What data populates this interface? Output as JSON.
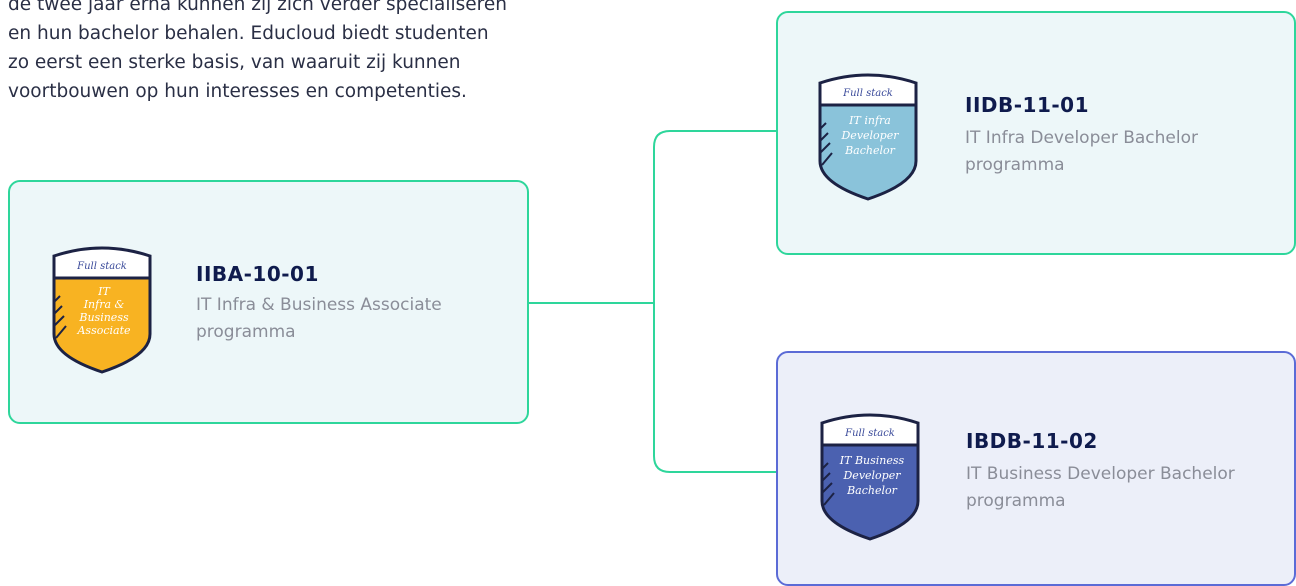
{
  "intro": {
    "lines": [
      "de twee jaar erna kunnen zij zich verder specialiseren",
      "en hun bachelor behalen. Educloud biedt studenten",
      "zo eerst een sterke basis, van waaruit zij kunnen",
      "voortbouwen op hun interesses en competenties."
    ]
  },
  "colors": {
    "connector": "#2ed69b",
    "infra_border": "#2ed69b",
    "business_border": "#5b6bd6",
    "associate_badge": "#f8b322",
    "infra_badge": "#8ac3da",
    "business_badge": "#4b61b0"
  },
  "programs": {
    "associate": {
      "code": "IIBA-10-01",
      "desc_lines": [
        "IT Infra & Business Associate",
        "programma"
      ],
      "badge": {
        "top": "Full stack",
        "lines": [
          "IT",
          "Infra &",
          "Business",
          "Associate"
        ]
      }
    },
    "infra_bachelor": {
      "code": "IIDB-11-01",
      "desc_lines": [
        "IT Infra Developer Bachelor",
        "programma"
      ],
      "badge": {
        "top": "Full stack",
        "lines": [
          "IT infra",
          "Developer",
          "Bachelor"
        ]
      }
    },
    "business_bachelor": {
      "code": "IBDB-11-02",
      "desc_lines": [
        "IT Business Developer Bachelor",
        "programma"
      ],
      "badge": {
        "top": "Full stack",
        "lines": [
          "IT Business",
          "Developer",
          "Bachelor"
        ]
      }
    }
  }
}
